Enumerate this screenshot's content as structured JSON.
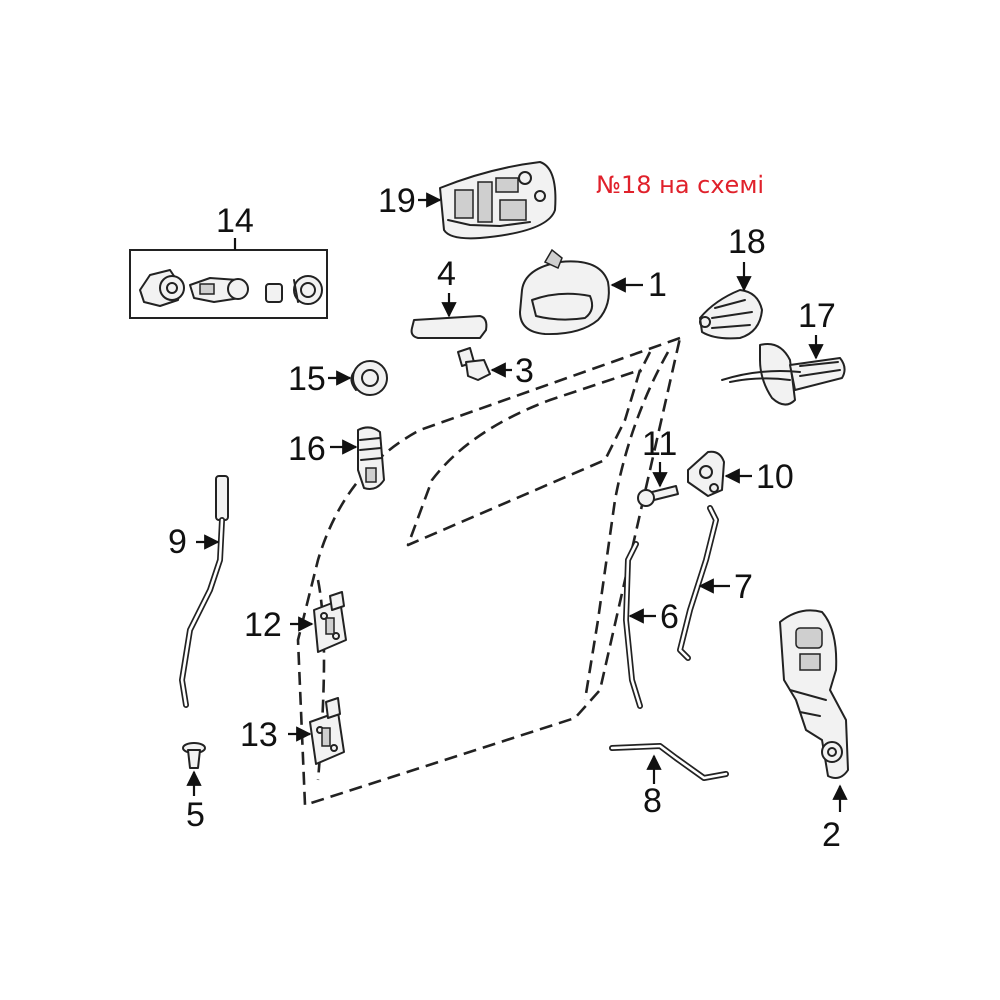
{
  "note": {
    "text": "№18 на схемі",
    "color": "#e0212b"
  },
  "callouts": {
    "c1": "1",
    "c2": "2",
    "c3": "3",
    "c4": "4",
    "c5": "5",
    "c6": "6",
    "c7": "7",
    "c8": "8",
    "c9": "9",
    "c10": "10",
    "c11": "11",
    "c12": "12",
    "c13": "13",
    "c14": "14",
    "c15": "15",
    "c16": "16",
    "c17": "17",
    "c18": "18",
    "c19": "19"
  }
}
